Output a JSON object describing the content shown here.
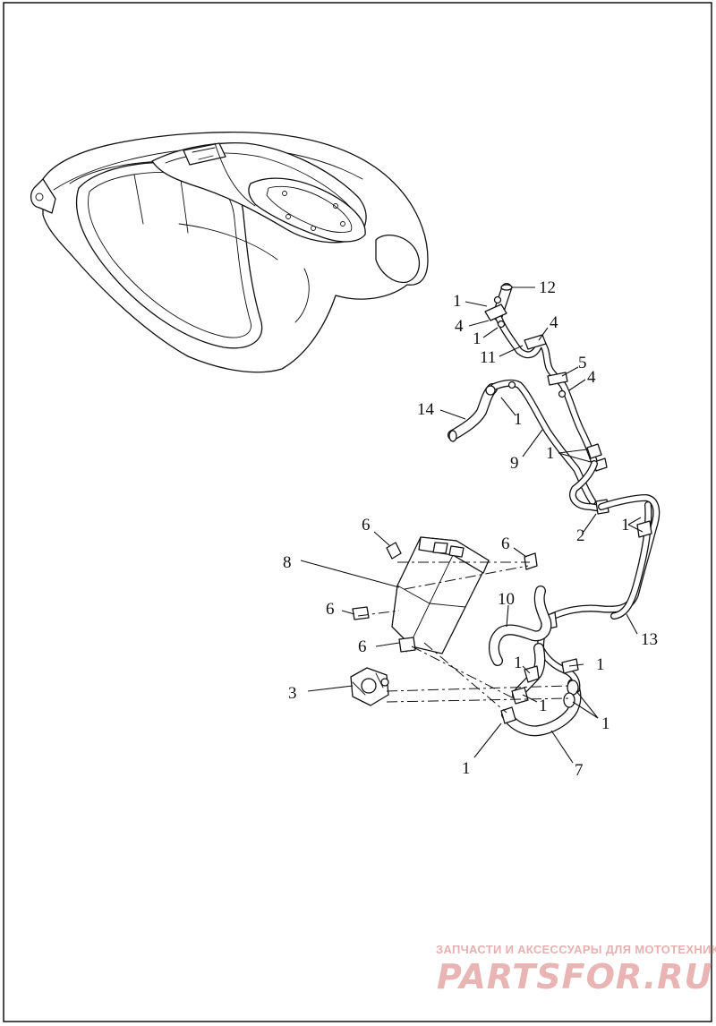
{
  "diagram": {
    "callouts": [
      {
        "id": "c12",
        "text": "12"
      },
      {
        "id": "c1a",
        "text": "1"
      },
      {
        "id": "c4a",
        "text": "4"
      },
      {
        "id": "c1b",
        "text": "1"
      },
      {
        "id": "c4b",
        "text": "4"
      },
      {
        "id": "c11",
        "text": "11"
      },
      {
        "id": "c5",
        "text": "5"
      },
      {
        "id": "c4c",
        "text": "4"
      },
      {
        "id": "c14",
        "text": "14"
      },
      {
        "id": "c1c",
        "text": "1"
      },
      {
        "id": "c9",
        "text": "9"
      },
      {
        "id": "c1d",
        "text": "1"
      },
      {
        "id": "c2",
        "text": "2"
      },
      {
        "id": "c1e",
        "text": "1"
      },
      {
        "id": "c6a",
        "text": "6"
      },
      {
        "id": "c6b",
        "text": "6"
      },
      {
        "id": "c8",
        "text": "8"
      },
      {
        "id": "c6c",
        "text": "6"
      },
      {
        "id": "c10",
        "text": "10"
      },
      {
        "id": "c13",
        "text": "13"
      },
      {
        "id": "c6d",
        "text": "6"
      },
      {
        "id": "c1f",
        "text": "1"
      },
      {
        "id": "c1g",
        "text": "1"
      },
      {
        "id": "c3",
        "text": "3"
      },
      {
        "id": "c1h",
        "text": "1"
      },
      {
        "id": "c1i",
        "text": "1"
      },
      {
        "id": "c1j",
        "text": "1"
      },
      {
        "id": "c7",
        "text": "7"
      }
    ]
  },
  "watermark": {
    "tagline": "ЗАПЧАСТИ И АКСЕССУАРЫ ДЛЯ МОТОТЕХНИКИ",
    "logo_text": "PARTSFOR.RU",
    "color": "#e8b4b4"
  },
  "colors": {
    "line": "#111111",
    "background": "#ffffff"
  }
}
